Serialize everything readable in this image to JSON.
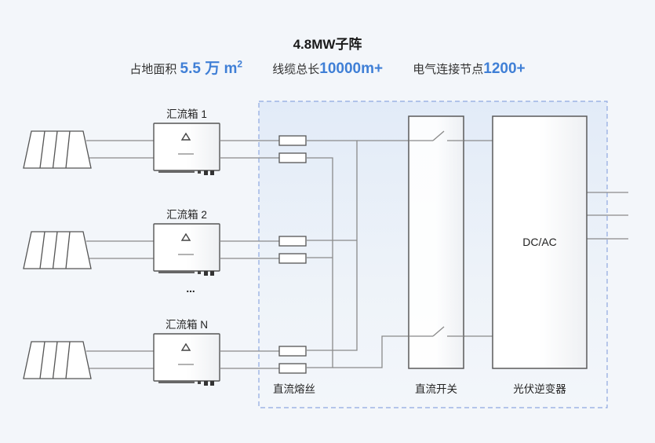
{
  "header": {
    "title": "4.8MW子阵",
    "stats": [
      {
        "label": "占地面积",
        "value": "5.5 万 m",
        "sup": "2"
      },
      {
        "label": "线缆总长",
        "value": "10000m+",
        "sup": ""
      },
      {
        "label": "电气连接节点",
        "value": "1200+",
        "sup": ""
      }
    ]
  },
  "combiner_boxes": [
    {
      "label": "汇流箱 1"
    },
    {
      "label": "汇流箱 2"
    },
    {
      "label": "汇流箱 N"
    }
  ],
  "ellipsis": "...",
  "components": {
    "fuse_label": "直流熔丝",
    "switch_label": "直流开关",
    "inverter_label": "光伏逆变器",
    "inverter_text": "DC/AC"
  },
  "colors": {
    "accent": "#3f7fd6",
    "dashed_border": "#8fa8e0",
    "wire": "#8a8a8a",
    "box_border": "#5a5a5a"
  }
}
